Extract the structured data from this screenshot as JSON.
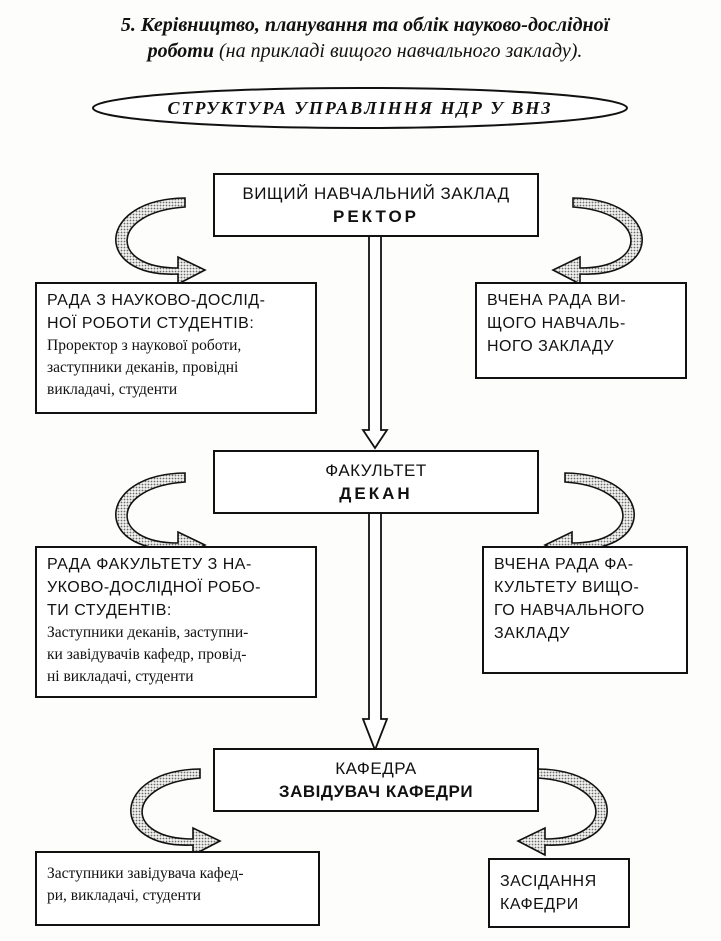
{
  "heading": {
    "line1": "5. Керівництво, планування та облік науково-дослідної",
    "line2_main": "роботи",
    "line2_rest": " (на прикладі вищого навчального закладу)."
  },
  "banner": {
    "title": "СТРУКТУРА  УПРАВЛІННЯ  НДР  У  ВНЗ"
  },
  "levels": [
    {
      "unit": "ВИЩИЙ НАВЧАЛЬНИЙ ЗАКЛАД",
      "head": "РЕКТОР",
      "left": {
        "title_lines": [
          "РАДА З НАУКОВО-ДОСЛІД-",
          "НОЇ РОБОТИ СТУДЕНТІВ:"
        ],
        "desc_lines": [
          "Проректор з наукової роботи,",
          "заступники деканів, провідні",
          "викладачі, студенти"
        ]
      },
      "right": {
        "title_lines": [
          "ВЧЕНА РАДА ВИ-",
          "ЩОГО  НАВЧАЛЬ-",
          "НОГО ЗАКЛАДУ"
        ]
      }
    },
    {
      "unit": "ФАКУЛЬТЕТ",
      "head": "ДЕКАН",
      "left": {
        "title_lines": [
          "РАДА ФАКУЛЬТЕТУ З НА-",
          "УКОВО-ДОСЛІДНОЇ  РОБО-",
          "ТИ СТУДЕНТІВ:"
        ],
        "desc_lines": [
          "Заступники деканів, заступни-",
          "ки завідувачів кафедр, провід-",
          "ні викладачі, студенти"
        ]
      },
      "right": {
        "title_lines": [
          "ВЧЕНА РАДА ФА-",
          "КУЛЬТЕТУ ВИЩО-",
          "ГО НАВЧАЛЬНОГО",
          "ЗАКЛАДУ"
        ]
      }
    },
    {
      "unit": "КАФЕДРА",
      "head": "ЗАВІДУВАЧ КАФЕДРИ",
      "left": {
        "title_lines": [],
        "desc_lines": [
          "Заступники завідувача кафед-",
          "ри, викладачі, студенти"
        ]
      },
      "right": {
        "title_lines": [
          "ЗАСІДАННЯ",
          "КАФЕДРИ"
        ]
      }
    }
  ]
}
